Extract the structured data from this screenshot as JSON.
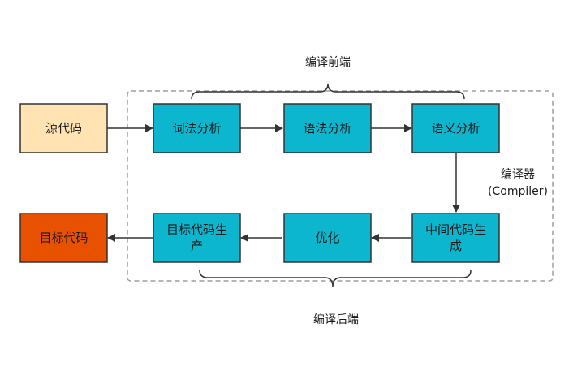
{
  "labels": {
    "frontend": "编译前端",
    "backend": "编译后端",
    "compiler_line1": "编译器",
    "compiler_line2": "(Compiler)"
  },
  "nodes": {
    "source_code": "源代码",
    "lexical": "词法分析",
    "syntax": "语法分析",
    "semantic": "语义分析",
    "ir_line1": "中间代码生",
    "ir_line2": "成",
    "optimize": "优化",
    "codegen_line1": "目标代码生",
    "codegen_line2": "产",
    "target_code": "目标代码"
  },
  "colors": {
    "source_fill": "#FFE3B3",
    "stage_fill": "#0BB6CE",
    "target_fill": "#E85100",
    "stroke": "#333333",
    "dashed_border": "#9E9E9E"
  }
}
